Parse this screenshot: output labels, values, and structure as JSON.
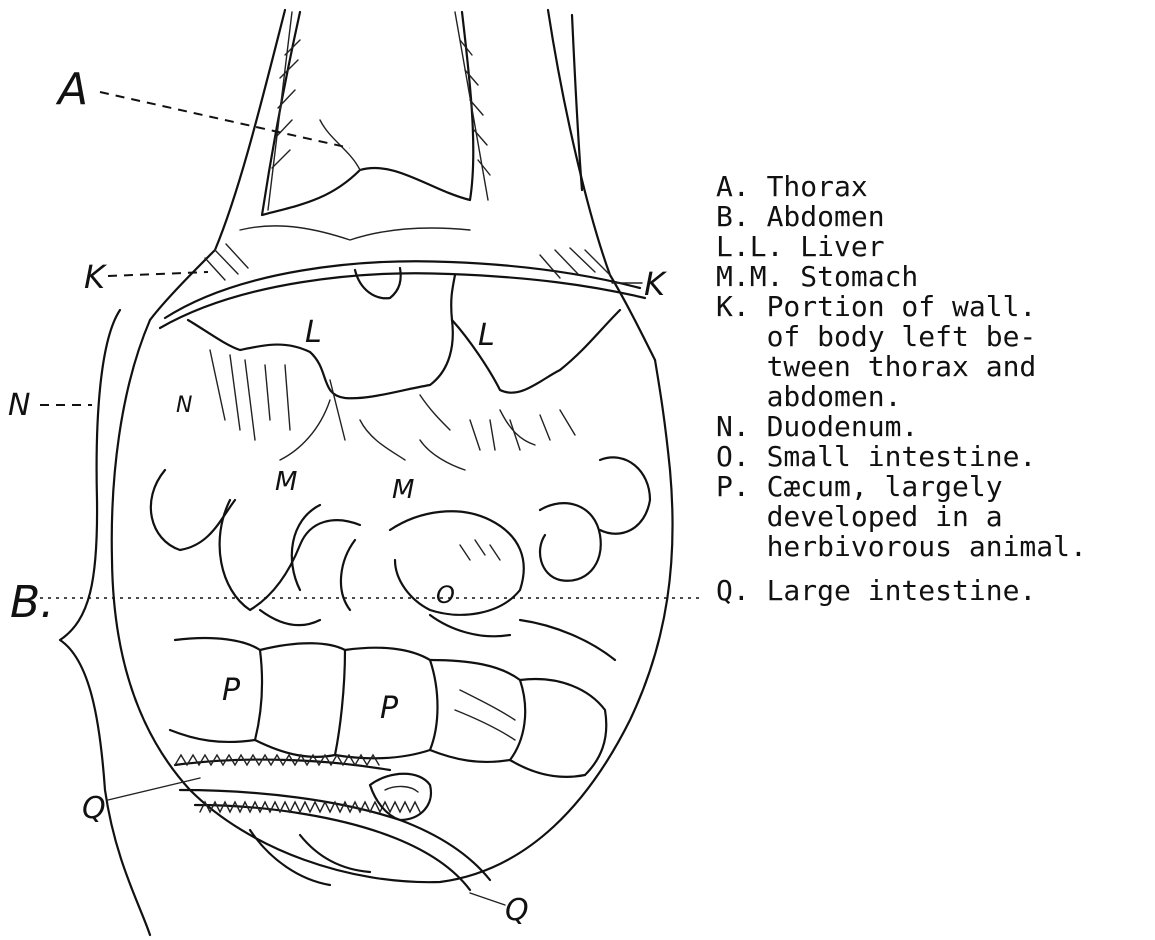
{
  "diagram": {
    "markers": {
      "a": "A",
      "b": "B.",
      "k_left": "K",
      "k_right": "K",
      "n_left": "N",
      "n_inner": "N",
      "l_left": "L",
      "l_right": "L",
      "m_left": "M",
      "m_right": "M",
      "o": "O",
      "p_left": "P",
      "p_right": "P",
      "q_left": "Q",
      "q_bottom": "Q"
    },
    "legend": [
      "A. Thorax",
      "B. Abdomen",
      "L.L. Liver",
      "M.M. Stomach",
      "K. Portion of wall.",
      "   of body left be-",
      "   tween thorax and",
      "   abdomen.",
      "N. Duodenum.",
      "O. Small intestine.",
      "P. Cæcum, largely",
      "   developed in a",
      "   herbivorous animal.",
      "Q. Large intestine."
    ]
  }
}
